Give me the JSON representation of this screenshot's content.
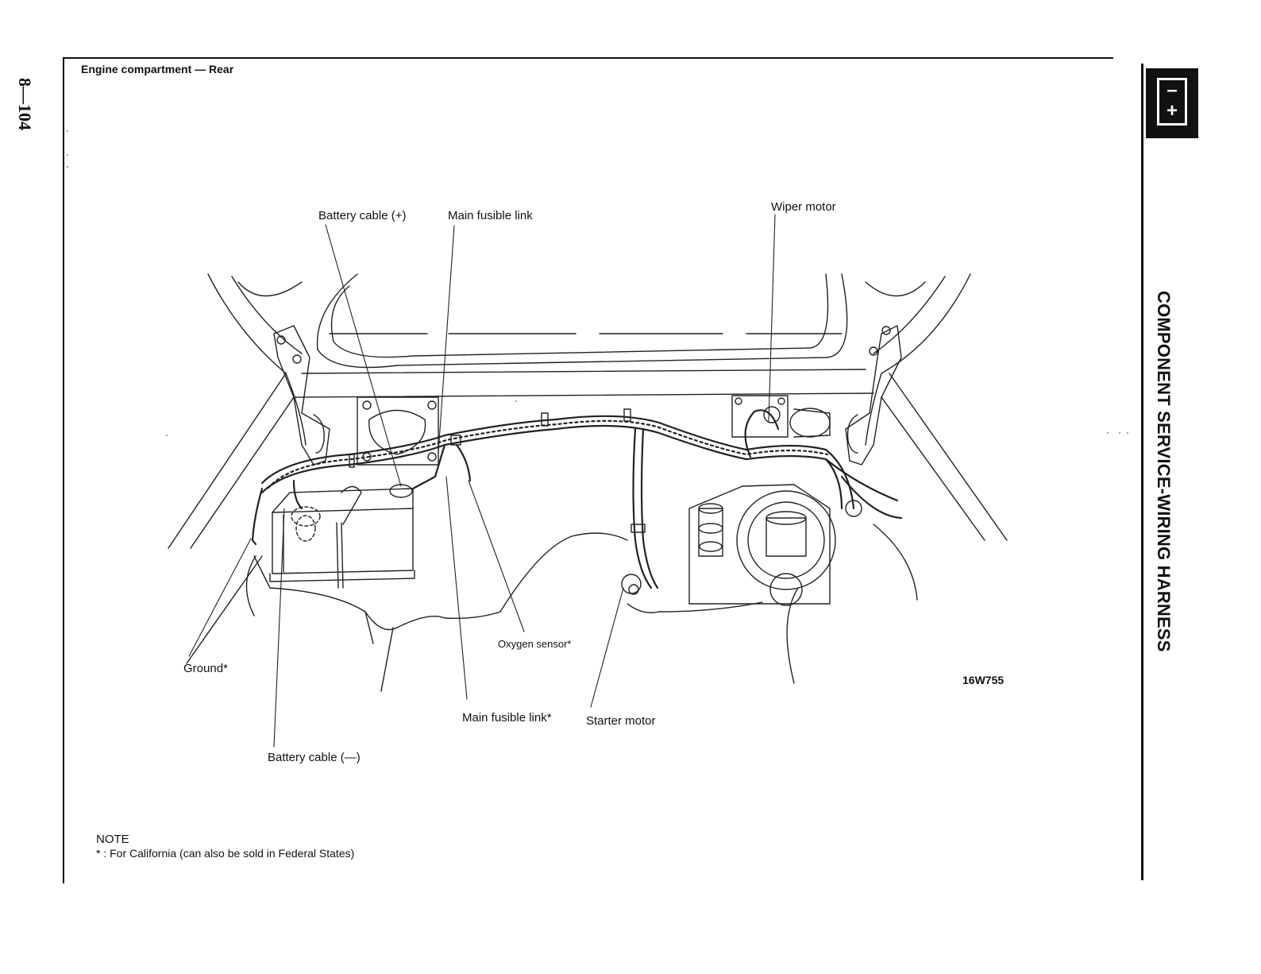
{
  "page": {
    "number": "8—104",
    "section_title": "Engine compartment — Rear",
    "side_title": "COMPONENT SERVICE-WIRING HARNESS",
    "tab_icon": "battery-icon",
    "tab_symbols": {
      "minus": "–",
      "plus": "+"
    }
  },
  "callouts": {
    "battery_cable_pos": "Battery cable (+)",
    "main_fusible_link": "Main fusible link",
    "wiper_motor": "Wiper motor",
    "oxygen_sensor": "Oxygen sensor*",
    "ground": "Ground*",
    "main_fusible_link_star": "Main fusible link*",
    "starter_motor": "Starter motor",
    "battery_cable_neg": "Battery cable (—)"
  },
  "figure_code": "16W755",
  "note": {
    "heading": "NOTE",
    "text": "*   :  For California (can also be sold in Federal States)"
  }
}
